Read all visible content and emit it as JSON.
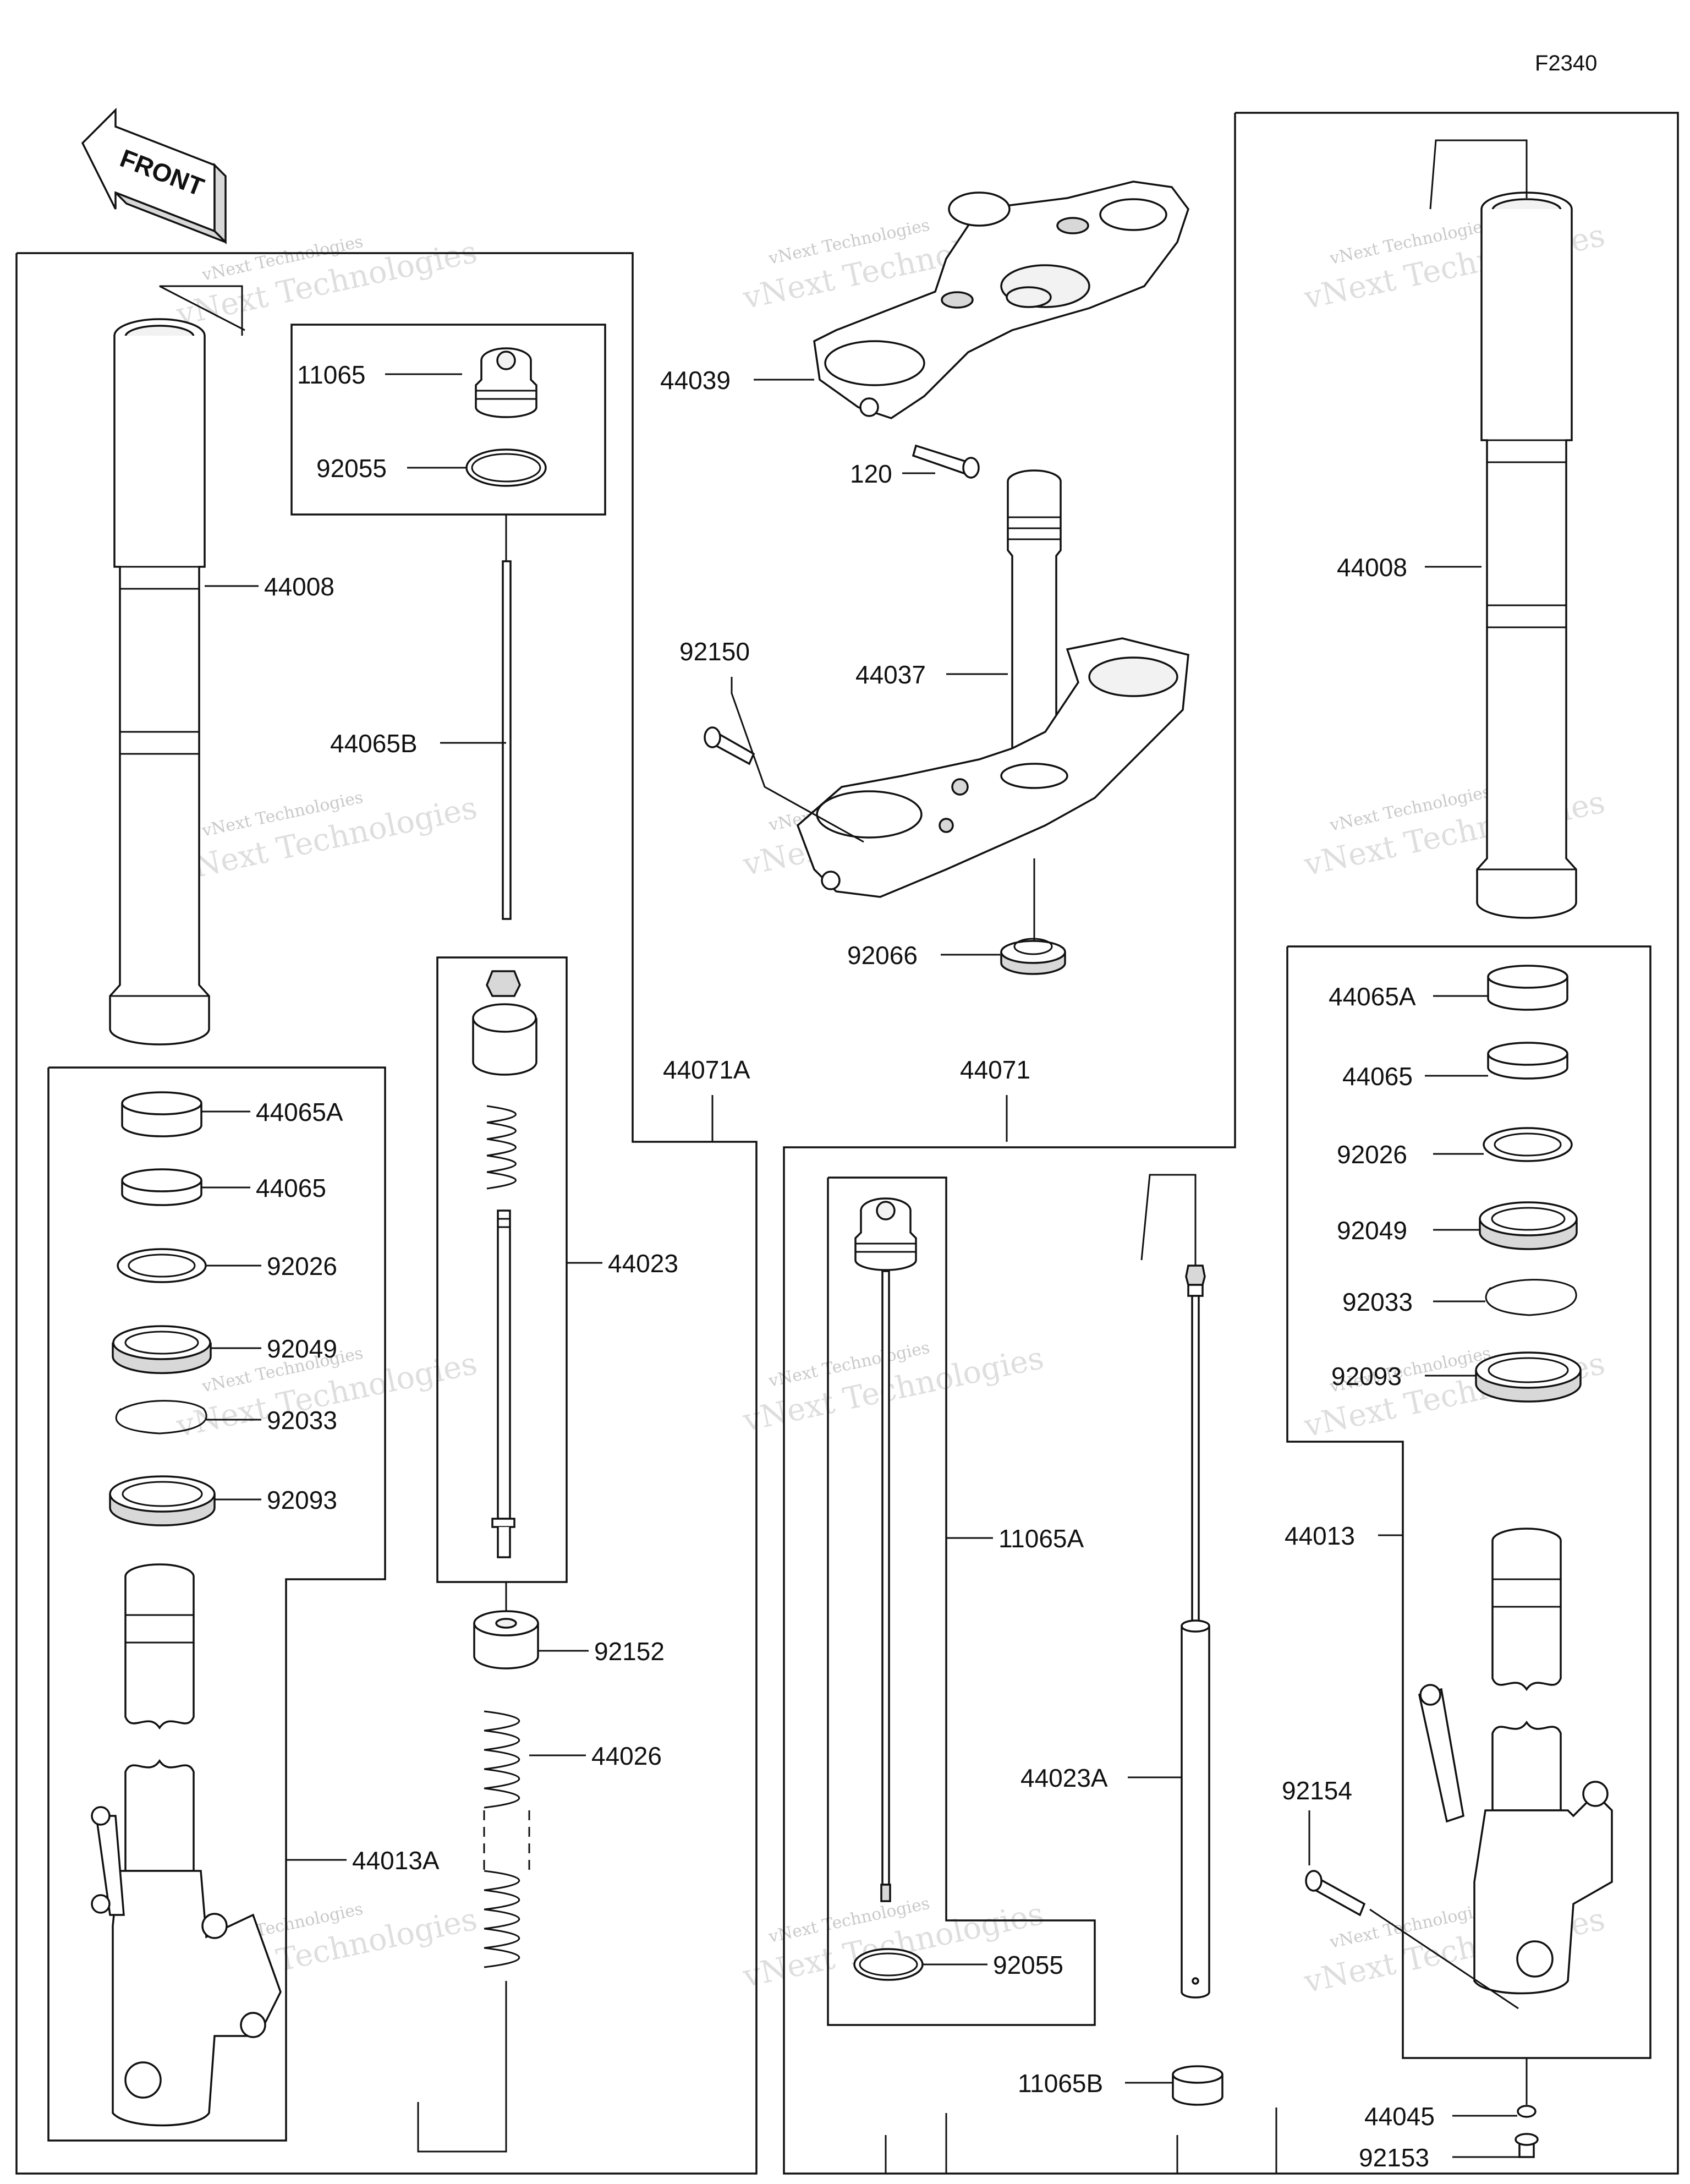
{
  "figure_code": "F2340",
  "front_label": "FRONT",
  "watermark": {
    "line1": "vNext Technologies",
    "line2": "vNext Technologies"
  },
  "left_assembly": {
    "group_label": "44071A",
    "parts": [
      "11065",
      "92055",
      "44008",
      "44065B",
      "44023",
      "44065A",
      "44065",
      "92026",
      "92049",
      "92033",
      "92093",
      "92152",
      "44026",
      "44013A"
    ]
  },
  "center_assembly": {
    "parts": [
      "44039",
      "120",
      "92150",
      "44037",
      "92066"
    ]
  },
  "right_assembly": {
    "group_label": "44071",
    "parts": [
      "44008",
      "44065A",
      "44065",
      "92026",
      "92049",
      "92033",
      "92093",
      "44013",
      "11065A",
      "44023A",
      "92154",
      "92055",
      "11065B",
      "44045",
      "92153"
    ]
  },
  "colors": {
    "line": "#111111",
    "watermark": "#c9c9c9",
    "background": "#ffffff"
  }
}
